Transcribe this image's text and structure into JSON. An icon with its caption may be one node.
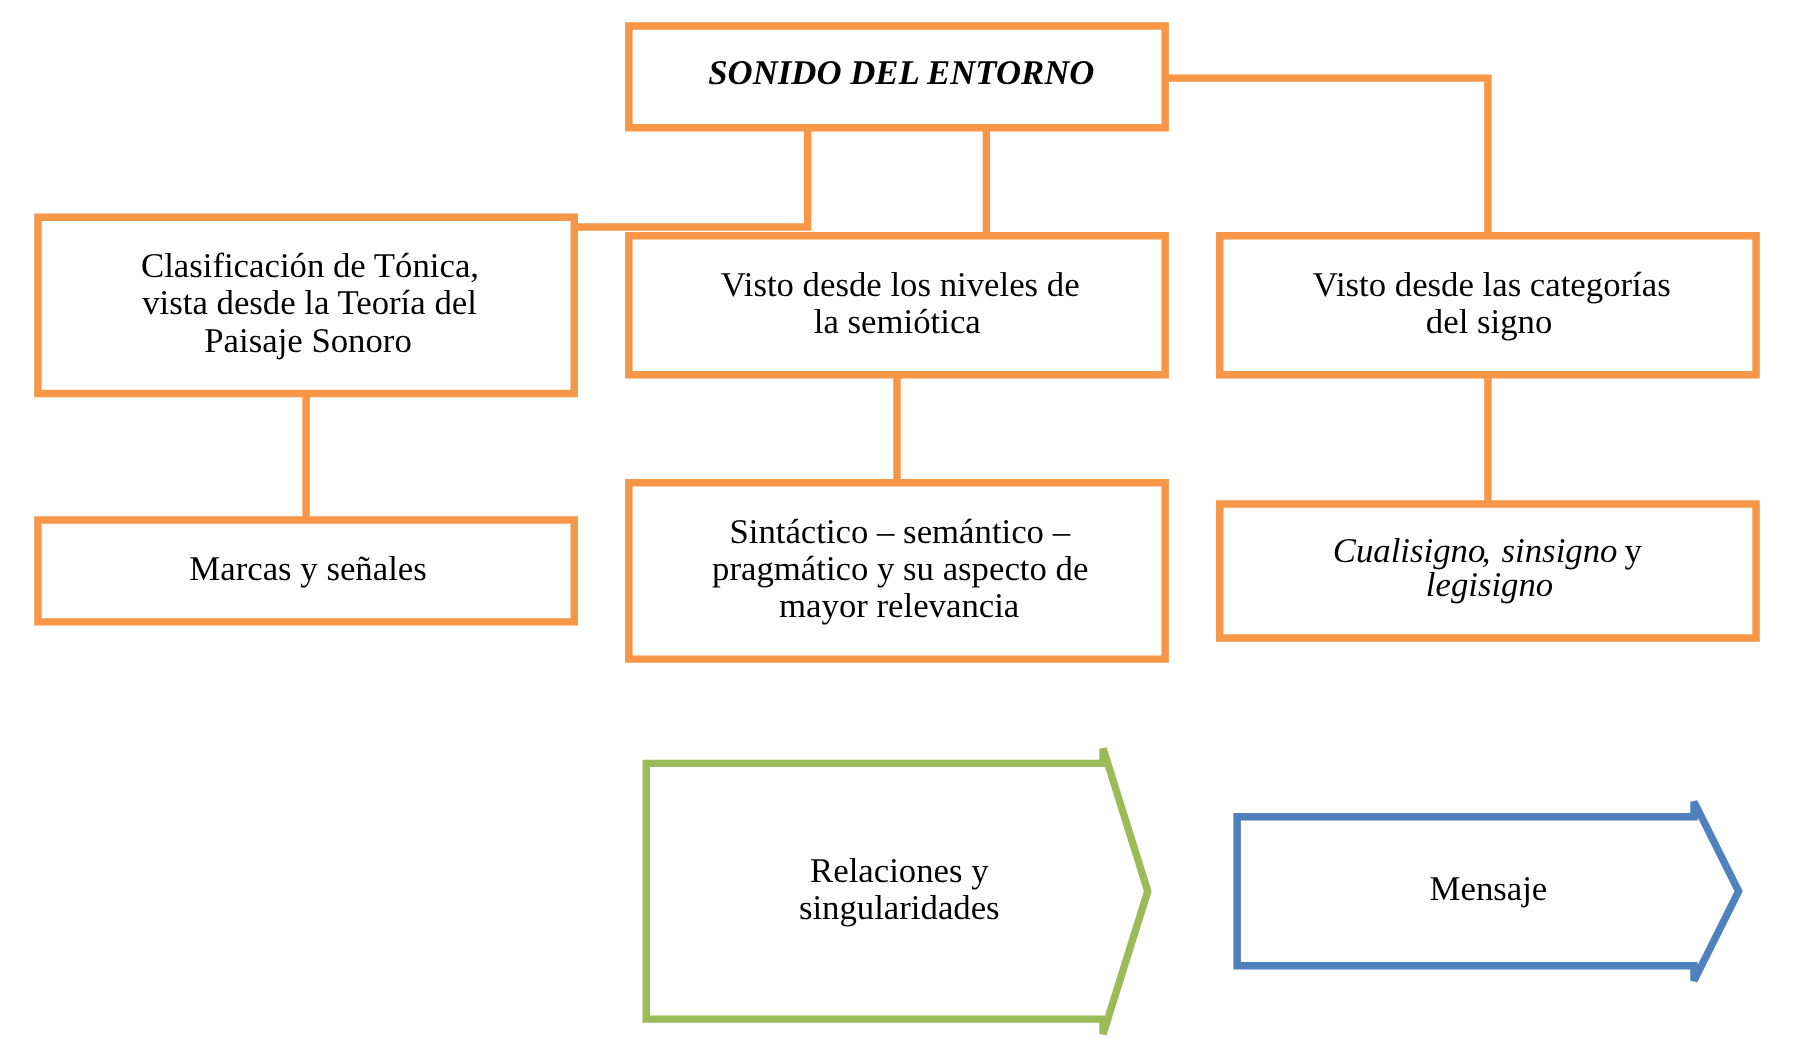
{
  "diagram": {
    "nodes": [
      {
        "text": [
          "SONIDO DEL ENTORNO"
        ]
      },
      {
        "text": [
          "Clasificación de Tónica, vista desde la Teoría del Paisaje Sonoro"
        ]
      },
      {
        "text": [
          "Visto desde los niveles de la semiótica"
        ]
      },
      {
        "text": [
          "Visto desde las categorías del signo"
        ]
      },
      {
        "text": [
          "Marcas y señales"
        ]
      },
      {
        "text": [
          "Sintáctico – semántico – pragmático y su aspecto de mayor relevancia"
        ]
      },
      {
        "text": [
          "*Cualisigno*, *sinsigno* y *legisigno*"
        ]
      },
      {
        "text": [
          "Relaciones y singularidades"
        ]
      },
      {
        "text": [
          "Mensaje"
        ]
      }
    ],
    "edges": [
      {
        "from": 0,
        "to": 1,
        "arrow": "none"
      },
      {
        "from": 0,
        "to": 2,
        "arrow": "none"
      },
      {
        "from": 0,
        "to": 3,
        "arrow": "none"
      },
      {
        "from": 1,
        "to": 4,
        "arrow": "none"
      },
      {
        "from": 2,
        "to": 5,
        "arrow": "none"
      },
      {
        "from": 3,
        "to": 6,
        "arrow": "none"
      }
    ]
  }
}
